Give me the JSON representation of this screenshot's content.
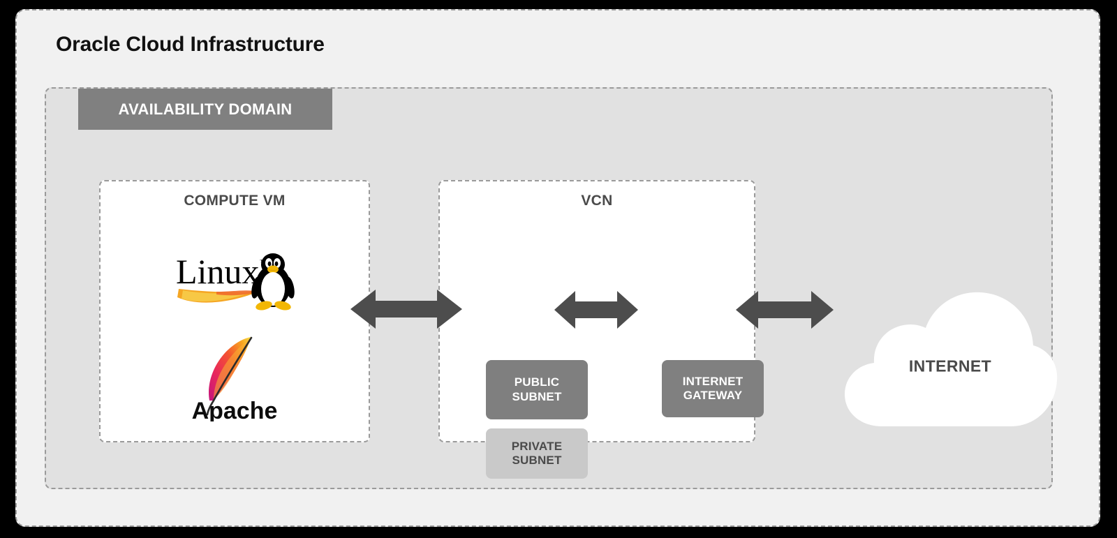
{
  "diagram": {
    "title": "Oracle Cloud Infrastructure",
    "availability_domain": {
      "label": "AVAILABILITY DOMAIN"
    },
    "compute_vm": {
      "title": "COMPUTE VM",
      "logos": [
        {
          "name": "linux-logo",
          "label": "Linux"
        },
        {
          "name": "apache-logo",
          "label": "Apache"
        }
      ]
    },
    "vcn": {
      "title": "VCN",
      "nodes": [
        {
          "name": "public-subnet",
          "label": "PUBLIC\nSUBNET",
          "line1": "PUBLIC",
          "line2": "SUBNET"
        },
        {
          "name": "private-subnet",
          "label": "PRIVATE\nSUBNET",
          "line1": "PRIVATE",
          "line2": "SUBNET"
        }
      ]
    },
    "internet_gateway": {
      "line1": "INTERNET",
      "line2": "GATEWAY"
    },
    "internet": {
      "label": "INTERNET"
    },
    "connections": [
      {
        "name": "compute-to-public-subnet",
        "from": "COMPUTE VM",
        "to": "PUBLIC SUBNET",
        "direction": "bidirectional"
      },
      {
        "name": "public-subnet-to-internet-gateway",
        "from": "PUBLIC SUBNET",
        "to": "INTERNET GATEWAY",
        "direction": "bidirectional"
      },
      {
        "name": "internet-gateway-to-internet",
        "from": "INTERNET GATEWAY",
        "to": "INTERNET",
        "direction": "bidirectional"
      }
    ],
    "colors": {
      "background": "#000000",
      "panel": "#f1f1f1",
      "availability_domain": "#e1e1e1",
      "inner_box": "#ffffff",
      "node_dark": "#7f7f7f",
      "node_light": "#c9c9c9",
      "arrow": "#4d4d4d",
      "border_dashed": "#9a9a9a",
      "text_dark": "#4a4a4a",
      "text_light": "#ffffff"
    }
  }
}
